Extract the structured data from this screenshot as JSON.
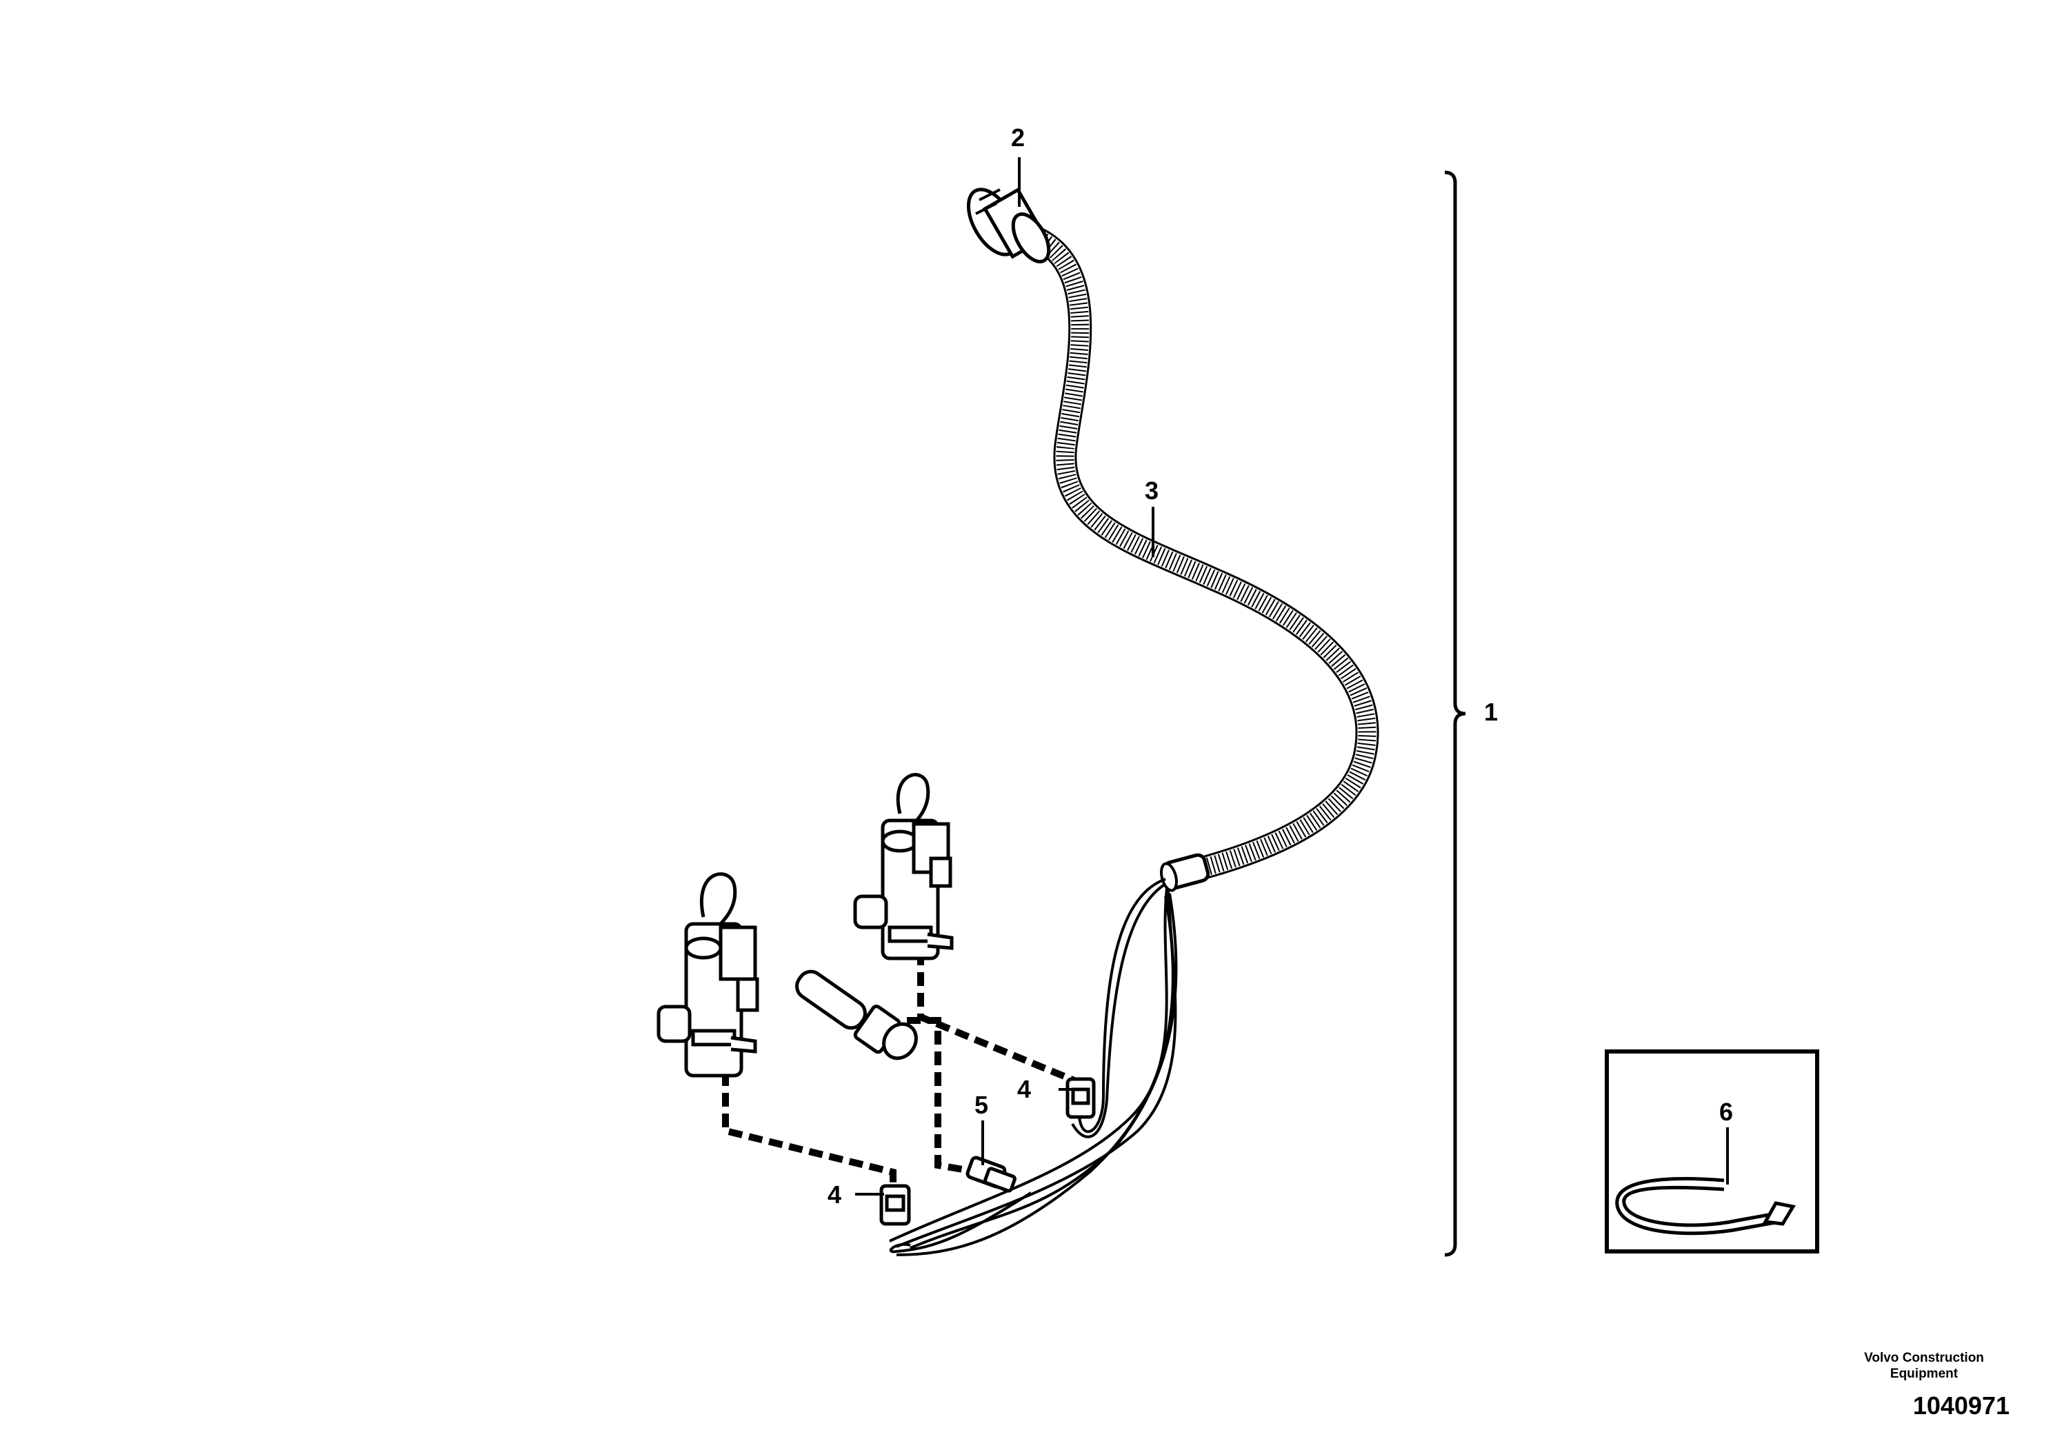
{
  "callouts": {
    "c1": "1",
    "c2": "2",
    "c3": "3",
    "c4a": "4",
    "c4b": "4",
    "c5": "5",
    "c6": "6"
  },
  "footer": {
    "org_line1": "Volvo Construction",
    "org_line2": "Equipment",
    "drawing_number": "1040971"
  }
}
